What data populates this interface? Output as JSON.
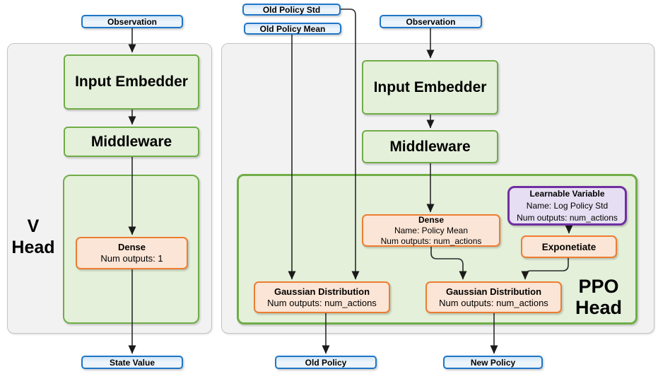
{
  "v_head": {
    "title_line1": "V",
    "title_line2": "Head",
    "nodes": {
      "observation": "Observation",
      "input_embedder": "Input Embedder",
      "middleware": "Middleware",
      "dense_title": "Dense",
      "dense_outputs": "Num outputs: 1",
      "state_value": "State Value"
    }
  },
  "ppo_head": {
    "title_line1": "PPO",
    "title_line2": "Head",
    "inputs": {
      "old_policy_std": "Old Policy Std",
      "old_policy_mean": "Old Policy Mean",
      "observation": "Observation"
    },
    "nodes": {
      "input_embedder": "Input Embedder",
      "middleware": "Middleware",
      "dense_title": "Dense",
      "dense_name": "Name: Policy Mean",
      "dense_outputs": "Num outputs: num_actions",
      "learnable_title": "Learnable Variable",
      "learnable_name": "Name: Log Policy Std",
      "learnable_outputs": "Num outputs: num_actions",
      "exponetiate": "Exponetiate",
      "gaussian_old_title": "Gaussian Distribution",
      "gaussian_old_outputs": "Num outputs: num_actions",
      "gaussian_new_title": "Gaussian Distribution",
      "gaussian_new_outputs": "Num outputs: num_actions"
    },
    "outputs": {
      "old_policy": "Old Policy",
      "new_policy": "New Policy"
    }
  },
  "colors": {
    "blue_border": "#1e76c8",
    "blue_fill_top": "#d3e5f6",
    "blue_fill_bot": "#e9f2fb",
    "green_border": "#70ad47",
    "green_fill": "#e4f0da",
    "orange_border": "#ed7d31",
    "orange_fill": "#fbe5d6",
    "purple_border": "#7030a0",
    "purple_fill": "#e6def2",
    "container_fill": "#f2f2f2",
    "container_border": "#c4c4c4",
    "arrow": "#1a1a1a"
  }
}
